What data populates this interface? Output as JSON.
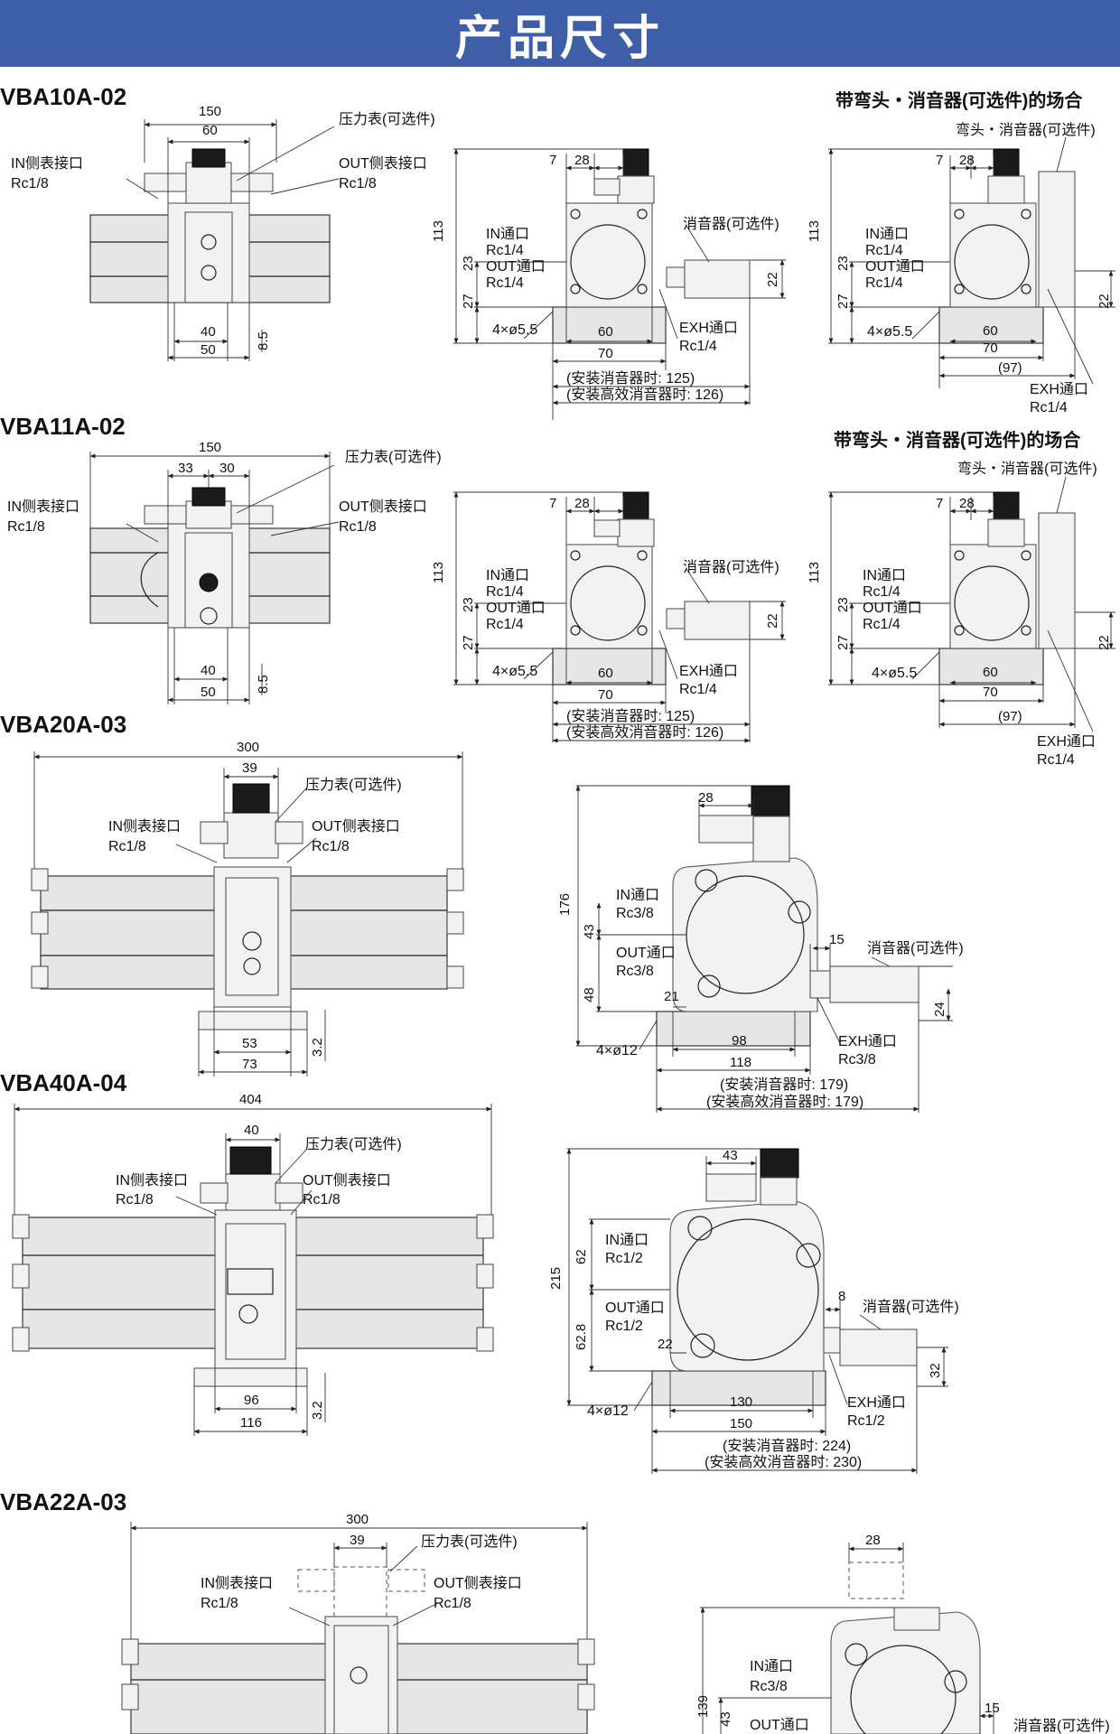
{
  "header": {
    "title": "产品尺寸",
    "color": "#3f5ea8"
  },
  "models": [
    {
      "name": "VBA10A-02"
    },
    {
      "name": "VBA11A-02"
    },
    {
      "name": "VBA20A-03"
    },
    {
      "name": "VBA40A-04"
    },
    {
      "name": "VBA22A-03"
    }
  ],
  "side_view_title": "带弯头・消音器(可选件)的场合",
  "labels": {
    "gauge": "压力表(可选件)",
    "in_gauge_port": "IN侧表接口",
    "out_gauge_port": "OUT侧表接口",
    "in_port": "IN通口",
    "out_port": "OUT通口",
    "exh_port": "EXH通口",
    "silencer": "消音器(可选件)",
    "elbow_silencer": "弯头・消音器(可选件)",
    "with_silencer": "(安装消音器时",
    "with_hi_silencer": "(安装高效消音器时"
  },
  "threads": {
    "rc18": "Rc1/8",
    "rc14": "Rc1/4",
    "rc38": "Rc3/8",
    "rc12": "Rc1/2"
  },
  "dims": {
    "vba10": {
      "w150": "150",
      "w60": "60",
      "w40": "40",
      "w50": "50",
      "h85": "8.5",
      "h113": "113",
      "h23": "23",
      "h27": "27",
      "d7": "7",
      "d28": "28",
      "holes": "4×ø5.5",
      "d60": "60",
      "d70": "70",
      "h22": "22",
      "d97": "(97)",
      "s125": "(安装消音器时: 125)",
      "s126": "(安装高效消音器时: 126)"
    },
    "vba11": {
      "w150": "150",
      "w33": "33",
      "w30": "30",
      "w40": "40",
      "w50": "50",
      "h85": "8.5",
      "h113": "113",
      "h23": "23",
      "h27": "27",
      "d7": "7",
      "d28": "28",
      "holes": "4×ø5.5",
      "d60": "60",
      "d70": "70",
      "h22": "22",
      "d97": "(97)",
      "s125": "(安装消音器时: 125)",
      "s126": "(安装高效消音器时: 126)"
    },
    "vba20": {
      "w300": "300",
      "w39": "39",
      "w53": "53",
      "w73": "73",
      "h32": "3.2",
      "h176": "176",
      "h43": "43",
      "h48": "48",
      "d28": "28",
      "d15": "15",
      "d21": "21",
      "holes": "4×ø12",
      "d98": "98",
      "d118": "118",
      "h24": "24",
      "s179a": "(安装消音器时: 179)",
      "s179b": "(安装高效消音器时: 179)"
    },
    "vba40": {
      "w404": "404",
      "w40": "40",
      "w96": "96",
      "w116": "116",
      "h32": "3.2",
      "h215": "215",
      "h62": "62",
      "h628": "62.8",
      "d43": "43",
      "d8": "8",
      "d22": "22",
      "holes": "4×ø12",
      "d130": "130",
      "d150": "150",
      "h32b": "32",
      "s224": "(安装消音器时: 224)",
      "s230": "(安装高效消音器时: 230)"
    },
    "vba22": {
      "w300": "300",
      "w39": "39",
      "h139": "139",
      "h43": "43",
      "d28": "28",
      "d15": "15"
    }
  }
}
